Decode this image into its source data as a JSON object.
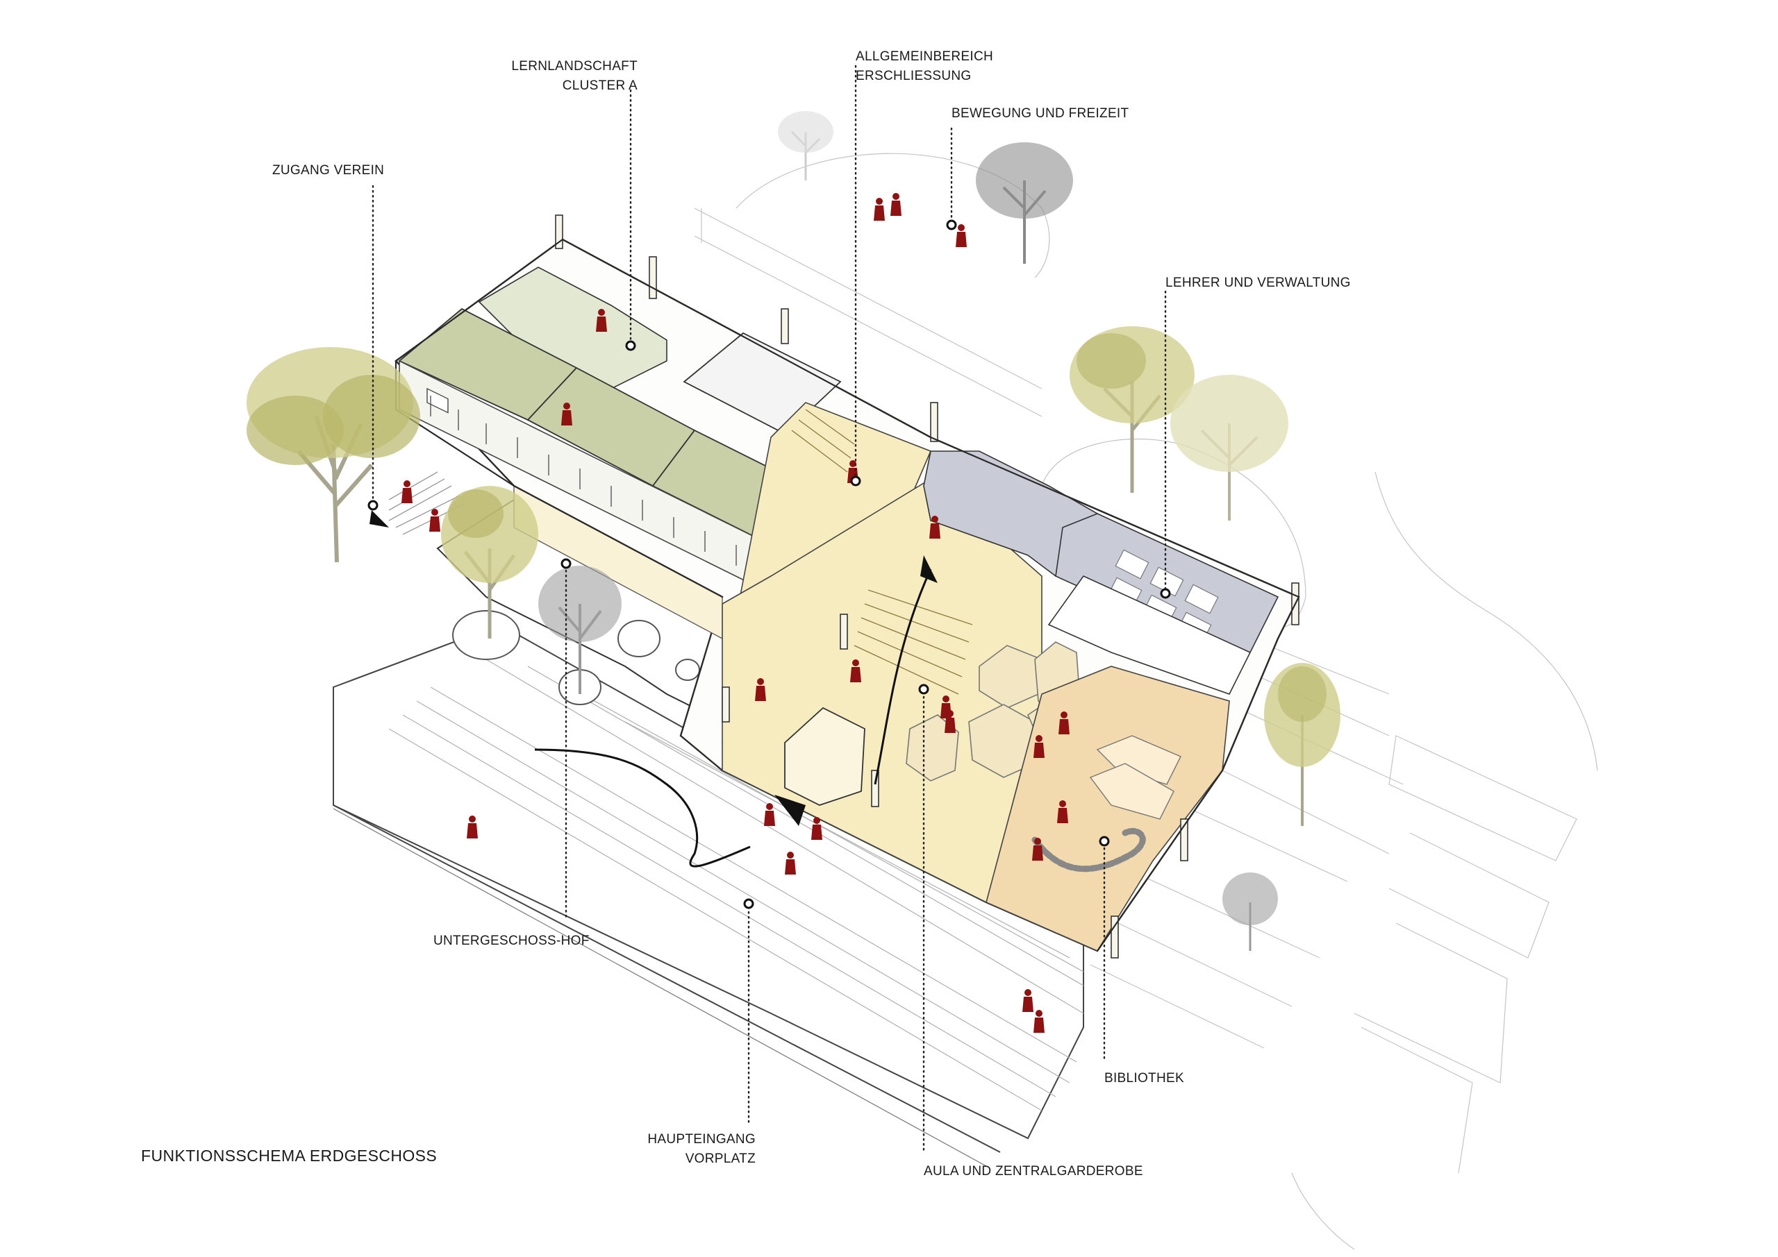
{
  "title": "FUNKTIONSSCHEMA ERDGESCHOSS",
  "labels": {
    "lernlandschaft": [
      "LERNLANDSCHAFT",
      "CLUSTER A"
    ],
    "allgemeinbereich": [
      "ALLGEMEINBEREICH",
      "ERSCHLIESSUNG"
    ],
    "bewegung": "BEWEGUNG UND FREIZEIT",
    "zugang": "ZUGANG VEREIN",
    "lehrer": "LEHRER UND VERWALTUNG",
    "untergeschoss": "UNTERGESCHOSS-HOF",
    "bibliothek": "BIBLIOTHEK",
    "haupteingang": [
      "HAUPTEINGANG",
      "VORPLATZ"
    ],
    "aula": "AULA UND ZENTRALGARDEROBE"
  },
  "colors": {
    "cluster_green": "#c9d0a8",
    "cluster_green_light": "#e3e8d2",
    "aula_yellow": "#f7ecbf",
    "bibliothek_orange": "#f2d9ae",
    "verwaltung_blue": "#c9ccd6",
    "person_red": "#8e1212",
    "tree_green": "#b8b66a",
    "tree_grey": "#8f8f8f"
  },
  "icons": {
    "person": "person-icon",
    "tree": "tree-icon",
    "marker": "circle-marker-icon",
    "entrance": "triangle-arrow-icon"
  }
}
